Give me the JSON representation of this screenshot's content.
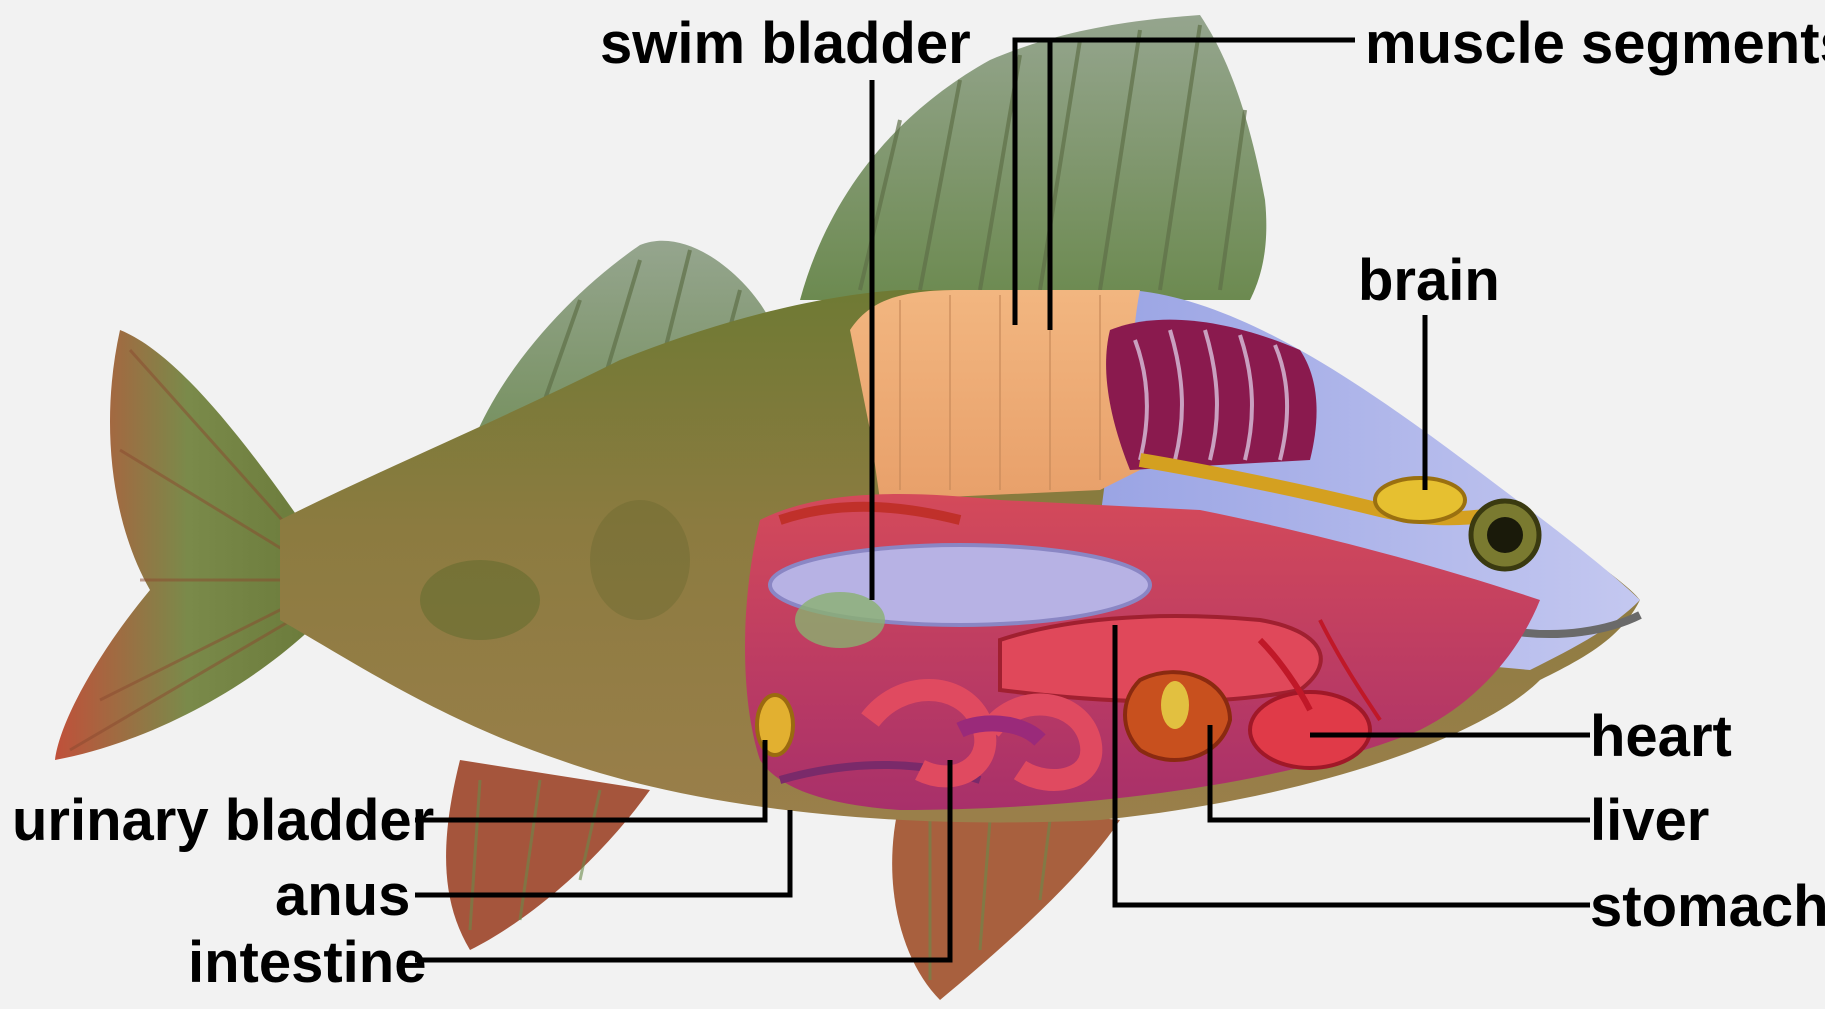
{
  "labels": {
    "swim_bladder": "swim bladder",
    "muscle_segments": "muscle segments",
    "brain": "brain",
    "heart": "heart",
    "liver": "liver",
    "stomach": "stomach",
    "urinary_bladder": "urinary bladder",
    "anus": "anus",
    "intestine": "intestine"
  },
  "colors": {
    "background": "#f2f2f2",
    "body": "#8a7a3e",
    "fin": "#8fa07e",
    "muscle": "#efb07a",
    "gills": "#8a1a4e",
    "head": "#a9b2ea",
    "organs": "#d43a4a",
    "swim_bladder": "#b7b2e4"
  }
}
